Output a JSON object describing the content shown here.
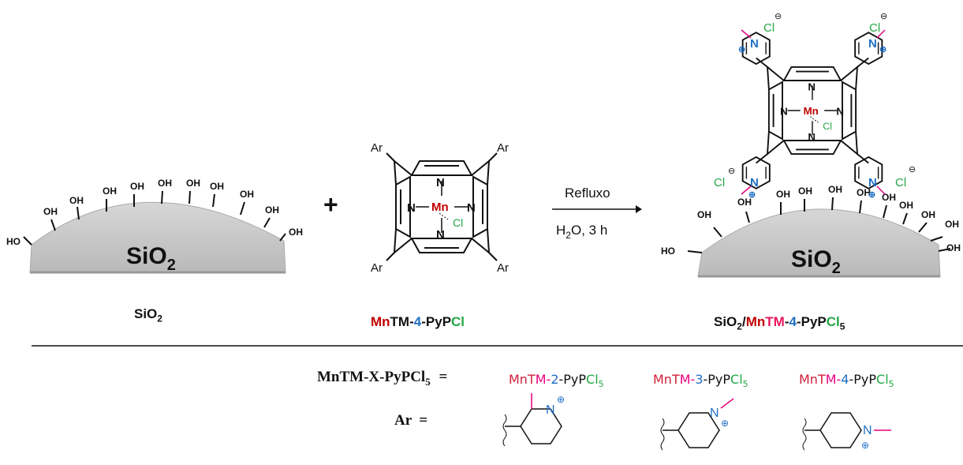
{
  "reactants": {
    "support": {
      "body_label": "SiO",
      "body_sub": "2",
      "caption": "SiO",
      "caption_sub": "2",
      "groups": [
        "HO",
        "OH",
        "OH",
        "OH",
        "OH",
        "OH",
        "OH",
        "OH",
        "OH",
        "OH",
        "OH"
      ]
    },
    "plus": "+",
    "porphyrin": {
      "metal": "Mn",
      "n": "N",
      "axial": "Cl",
      "ar": "Ar",
      "caption": {
        "mn": "Mn",
        "tm": "TM-",
        "x": "4",
        "py": "-PyP",
        "cl": "Cl"
      }
    }
  },
  "conditions": {
    "above": "Refluxo",
    "below_h": "H",
    "below_sub": "2",
    "below_rest": "O,  3 h"
  },
  "product": {
    "caption": {
      "si": "SiO",
      "si_sub": "2",
      "slash": "/",
      "mn": "Mn",
      "tm": "TM",
      "dash1": "-",
      "x": "4",
      "py": "-PyP",
      "cl": "Cl",
      "cl_sub": "5"
    },
    "metal": "Mn",
    "axial": "Cl",
    "n": "N",
    "chloride": "Cl",
    "charge_minus": "⊖",
    "charge_plus": "⊕",
    "support_label": "SiO",
    "support_sub": "2",
    "groups": [
      "HO",
      "OH",
      "OH",
      "OH",
      "OH",
      "OH",
      "OH",
      "OH",
      "OH",
      "OH",
      "OH",
      "OH"
    ]
  },
  "legend": {
    "general": {
      "text": "MnTM-X-PyPCl",
      "sub": "5",
      "eq": "="
    },
    "variants": [
      {
        "mn": "Mn",
        "t": "T",
        "m": "M-",
        "x": "2",
        "py": "-PyP",
        "cl": "Cl",
        "sub": "5"
      },
      {
        "mn": "Mn",
        "t": "T",
        "m": "M-",
        "x": "3",
        "py": "-PyP",
        "cl": "Cl",
        "sub": "5"
      },
      {
        "mn": "Mn",
        "t": "T",
        "m": "M-",
        "x": "4",
        "py": "-PyP",
        "cl": "Cl",
        "sub": "5"
      }
    ],
    "ar_def": "Ar  =",
    "pyridyl_n": "N",
    "pyridyl_plus": "⊕"
  },
  "colors": {
    "mn": "#c00000",
    "tm": "#e8175d",
    "position": "#1f6fc4",
    "cl": "#22a845",
    "methyl": "#e6007e",
    "support": "#c8c8c8"
  }
}
